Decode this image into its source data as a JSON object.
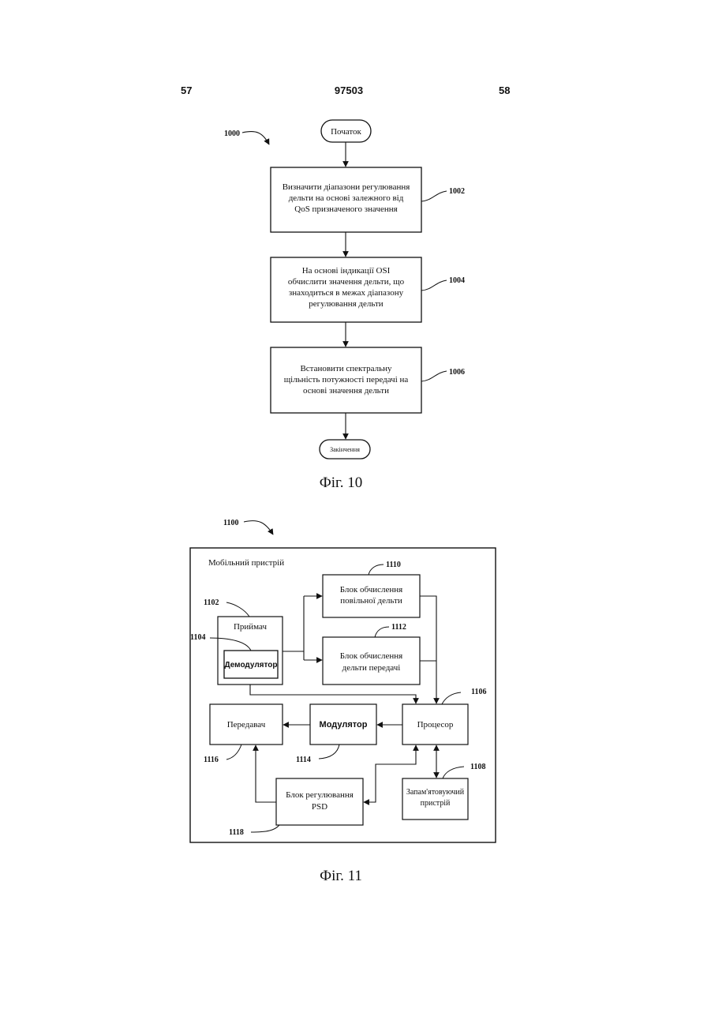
{
  "header": {
    "left_page": "57",
    "doc_number": "97503",
    "right_page": "58"
  },
  "fig10": {
    "ref": "1000",
    "start": "Початок",
    "end": "Закінчення",
    "steps": [
      {
        "ref": "1002",
        "lines": [
          "Визначити діапазони регулювання",
          "дельти на основі залежного від",
          "QoS призначеного значення"
        ]
      },
      {
        "ref": "1004",
        "lines": [
          "На основі індикації OSI",
          "обчислити значення дельти, що",
          "знаходиться в межах діапазону",
          "регулювання дельти"
        ]
      },
      {
        "ref": "1006",
        "lines": [
          "Встановити спектральну",
          "щільність потужності передачі на",
          "основі значення дельти"
        ]
      }
    ],
    "caption": "Фіг. 10"
  },
  "fig11": {
    "ref": "1100",
    "device_label": "Мобільний пристрій",
    "receiver": {
      "ref": "1102",
      "label": "Приймач"
    },
    "demodulator": {
      "ref": "1104",
      "label": "Демодулятор"
    },
    "slow_delta": {
      "ref": "1110",
      "lines": [
        "Блок обчислення",
        "повільної дельти"
      ]
    },
    "tx_delta": {
      "ref": "1112",
      "lines": [
        "Блок обчислення",
        "дельти передачі"
      ]
    },
    "processor": {
      "ref": "1106",
      "label": "Процесор"
    },
    "modulator": {
      "ref": "1114",
      "label": "Модулятор"
    },
    "transmitter": {
      "ref": "1116",
      "label": "Передавач"
    },
    "memory": {
      "ref": "1108",
      "lines": [
        "Запам'ятовуючий",
        "пристрій"
      ]
    },
    "psd": {
      "ref": "1118",
      "lines": [
        "Блок регулювання",
        "PSD"
      ]
    },
    "caption": "Фіг. 11"
  }
}
